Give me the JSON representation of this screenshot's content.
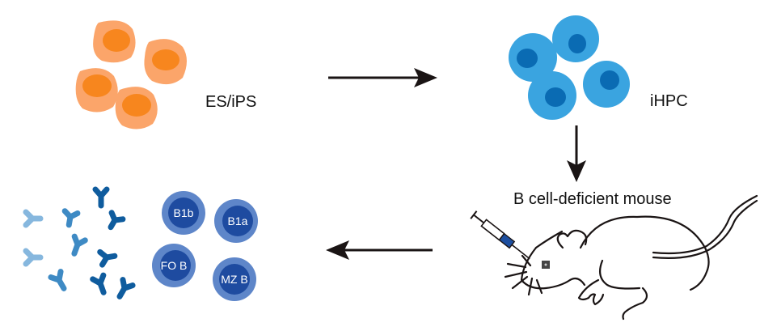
{
  "stages": {
    "es_ips": {
      "label": "ES/iPS"
    },
    "ihpc": {
      "label": "iHPC"
    },
    "mouse": {
      "label": "B cell-deficient mouse"
    },
    "b_cells": {
      "subsets": [
        {
          "label": "B1b"
        },
        {
          "label": "B1a"
        },
        {
          "label": "FO B"
        },
        {
          "label": "MZ B"
        }
      ]
    }
  },
  "colors": {
    "es_cell_outer": "#FBA56A",
    "es_cell_nucleus": "#F7861E",
    "ihpc_outer": "#3AA4E0",
    "ihpc_nucleus": "#0A6BB3",
    "bcell_outer": "#5E86C9",
    "bcell_nucleus": "#1E4BA0",
    "antibody_light": "#86B7DE",
    "antibody_mid": "#3E8AC4",
    "antibody_dark": "#0F5C9E",
    "syringe_plunger": "#1D4FA0",
    "arrow": "#1A1414"
  }
}
